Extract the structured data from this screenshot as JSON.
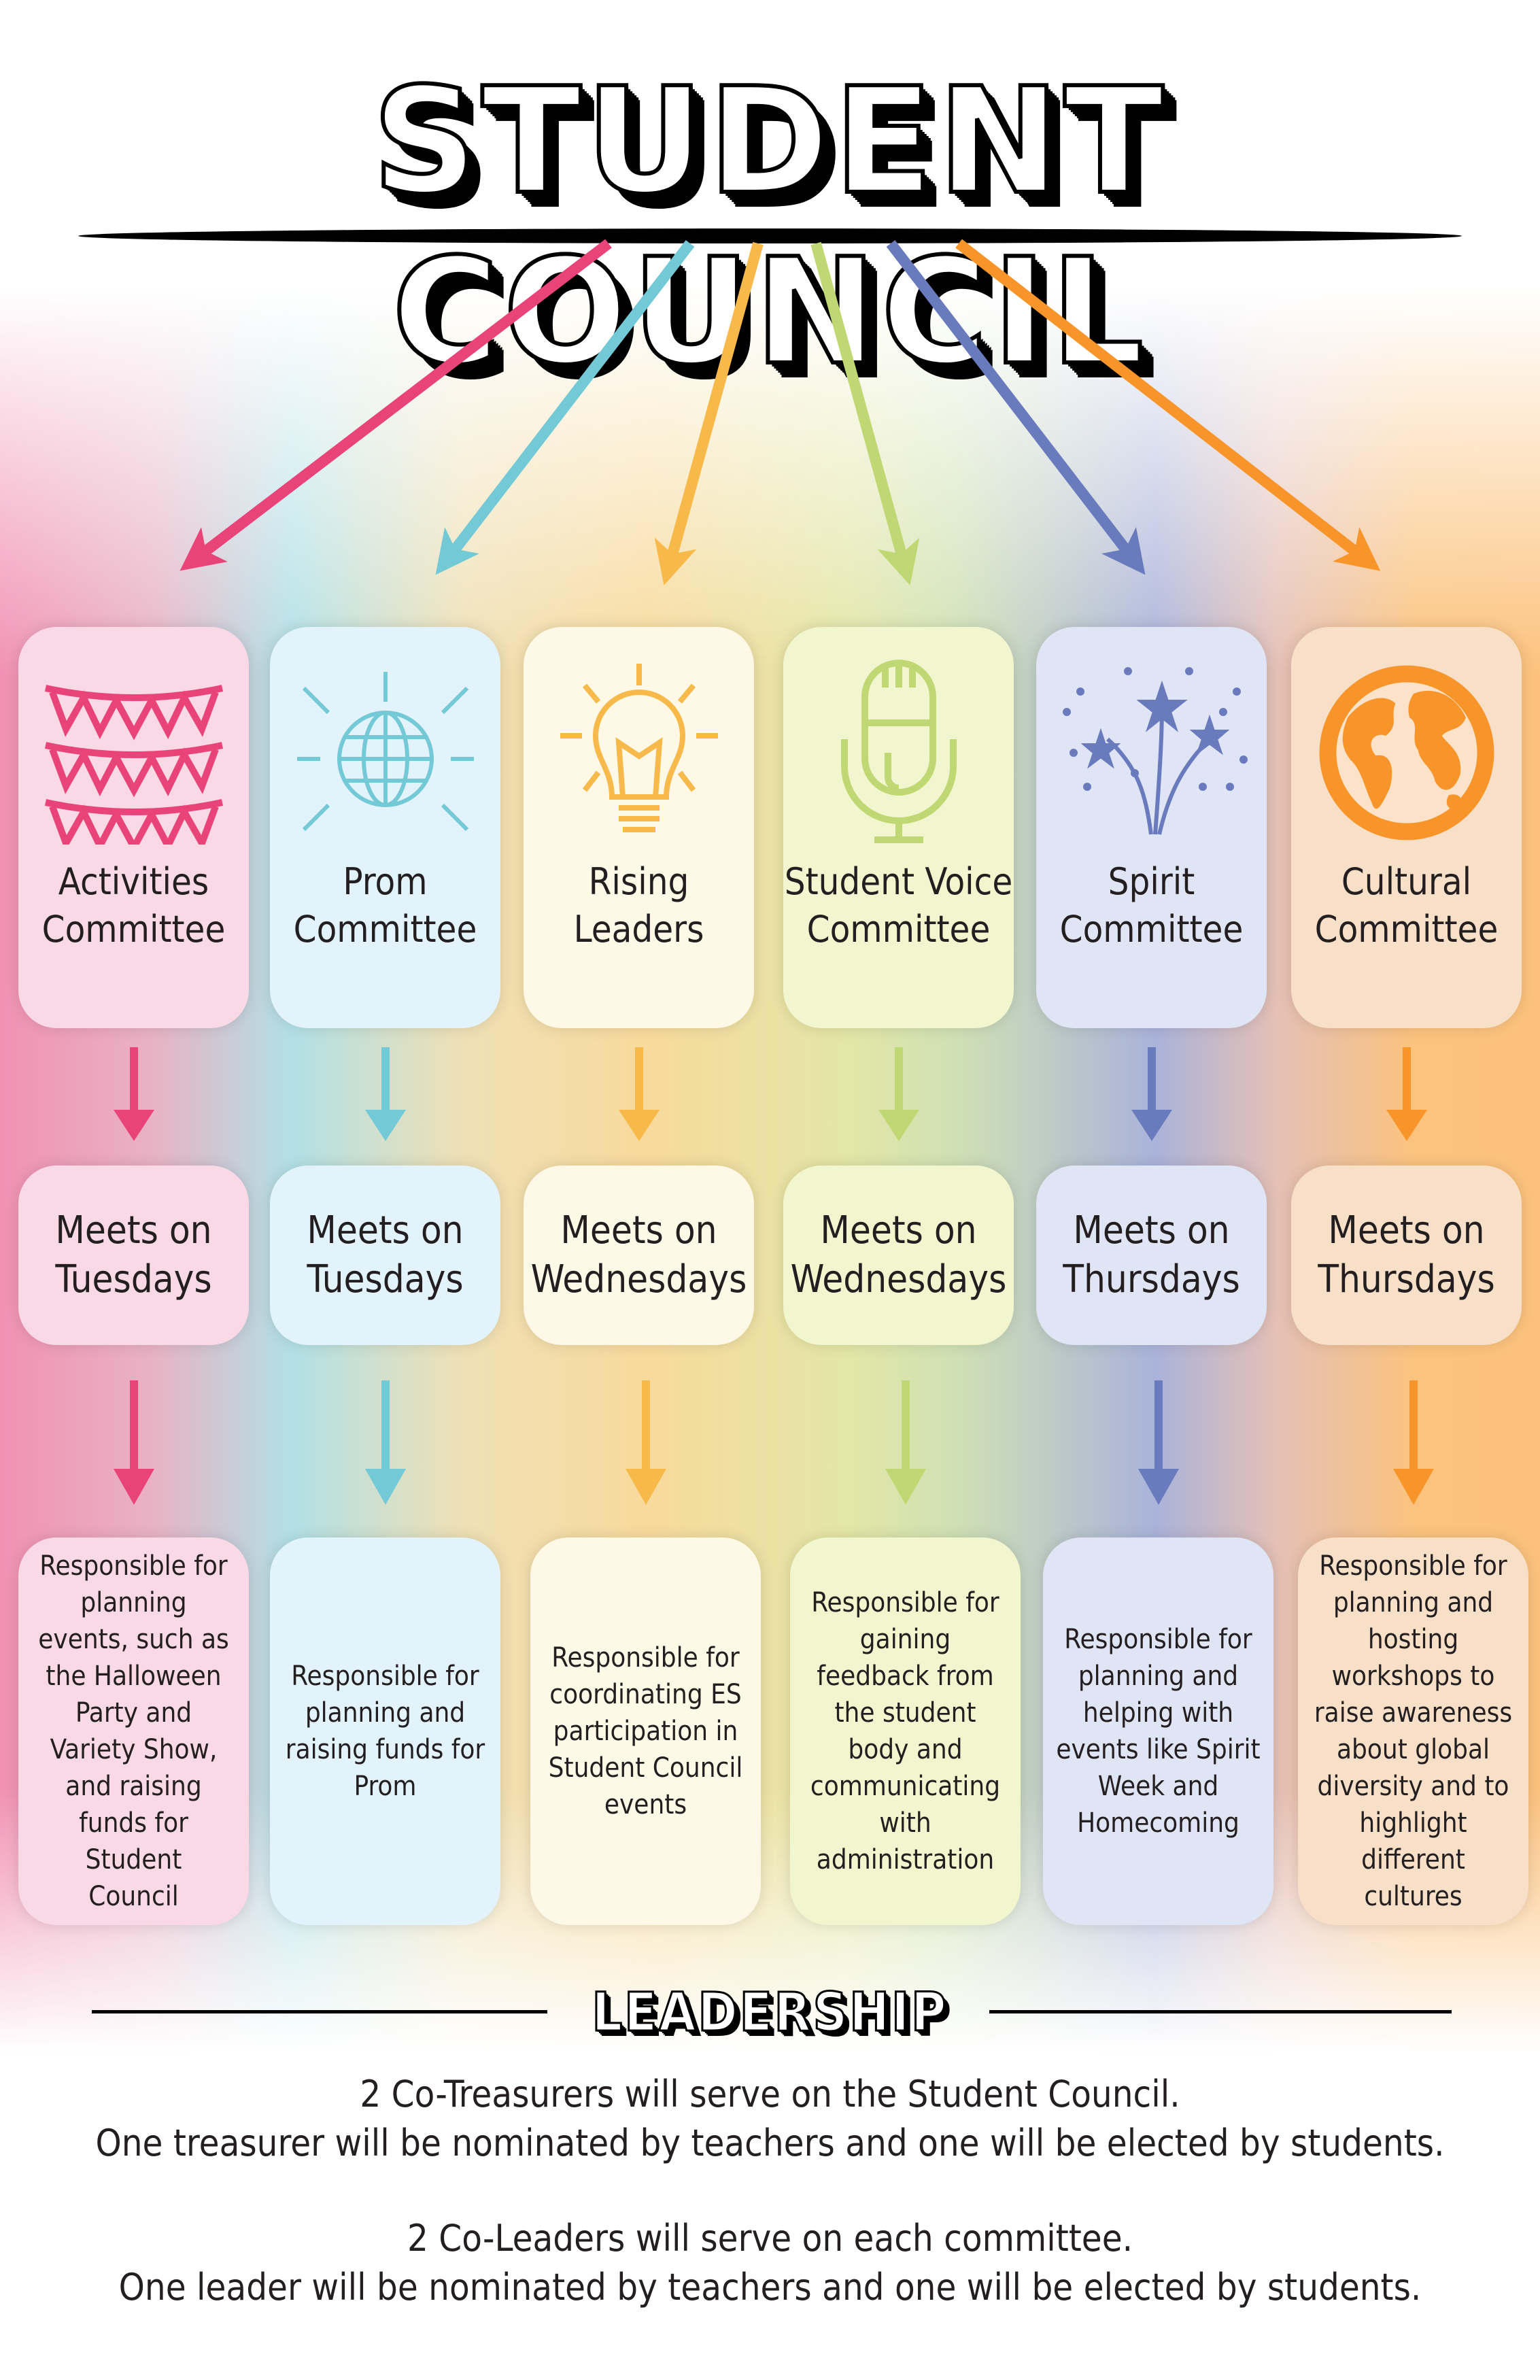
{
  "title": "STUDENT COUNCIL",
  "colors": {
    "pink": "#e9447a",
    "cyan": "#74c9d6",
    "yellow": "#f6b94a",
    "green": "#bfd874",
    "blue": "#6a7bbd",
    "orange": "#f7952a"
  },
  "committees": [
    {
      "name": "Activities\nCommittee",
      "icon": "bunting-icon",
      "meets": "Meets on\nTuesdays",
      "description": "Responsible for\nplanning\nevents, such as\nthe Halloween\nParty and\nVariety Show,\nand raising\nfunds for\nStudent\nCouncil"
    },
    {
      "name": "Prom\nCommittee",
      "icon": "disco-ball-icon",
      "meets": "Meets on\nTuesdays",
      "description": "Responsible for\nplanning and\nraising funds for\nProm"
    },
    {
      "name": "Rising\nLeaders",
      "icon": "lightbulb-icon",
      "meets": "Meets on\nWednesdays",
      "description": "Responsible for\ncoordinating ES\nparticipation in\nStudent Council\nevents"
    },
    {
      "name": "Student Voice\nCommittee",
      "icon": "microphone-icon",
      "meets": "Meets on\nWednesdays",
      "description": "Responsible for\ngaining\nfeedback from\nthe student\nbody and\ncommunicating\nwith\nadministration"
    },
    {
      "name": "Spirit\nCommittee",
      "icon": "fireworks-icon",
      "meets": "Meets on\nThursdays",
      "description": "Responsible for\nplanning and\nhelping with\nevents like Spirit\nWeek and\nHomecoming"
    },
    {
      "name": "Cultural\nCommittee",
      "icon": "globe-icon",
      "meets": "Meets on\nThursdays",
      "description": "Responsible for\nplanning and\nhosting\nworkshops to\nraise awareness\nabout global\ndiversity and to\nhighlight\ndifferent\ncultures"
    }
  ],
  "leadership": {
    "heading": "LEADERSHIP",
    "lines": [
      "2 Co-Treasurers will serve on the Student Council.",
      "One treasurer will be nominated by teachers and one will be elected by students.",
      "2 Co-Leaders will serve on each committee.",
      "One leader will be nominated by teachers and one will be elected by students."
    ]
  }
}
